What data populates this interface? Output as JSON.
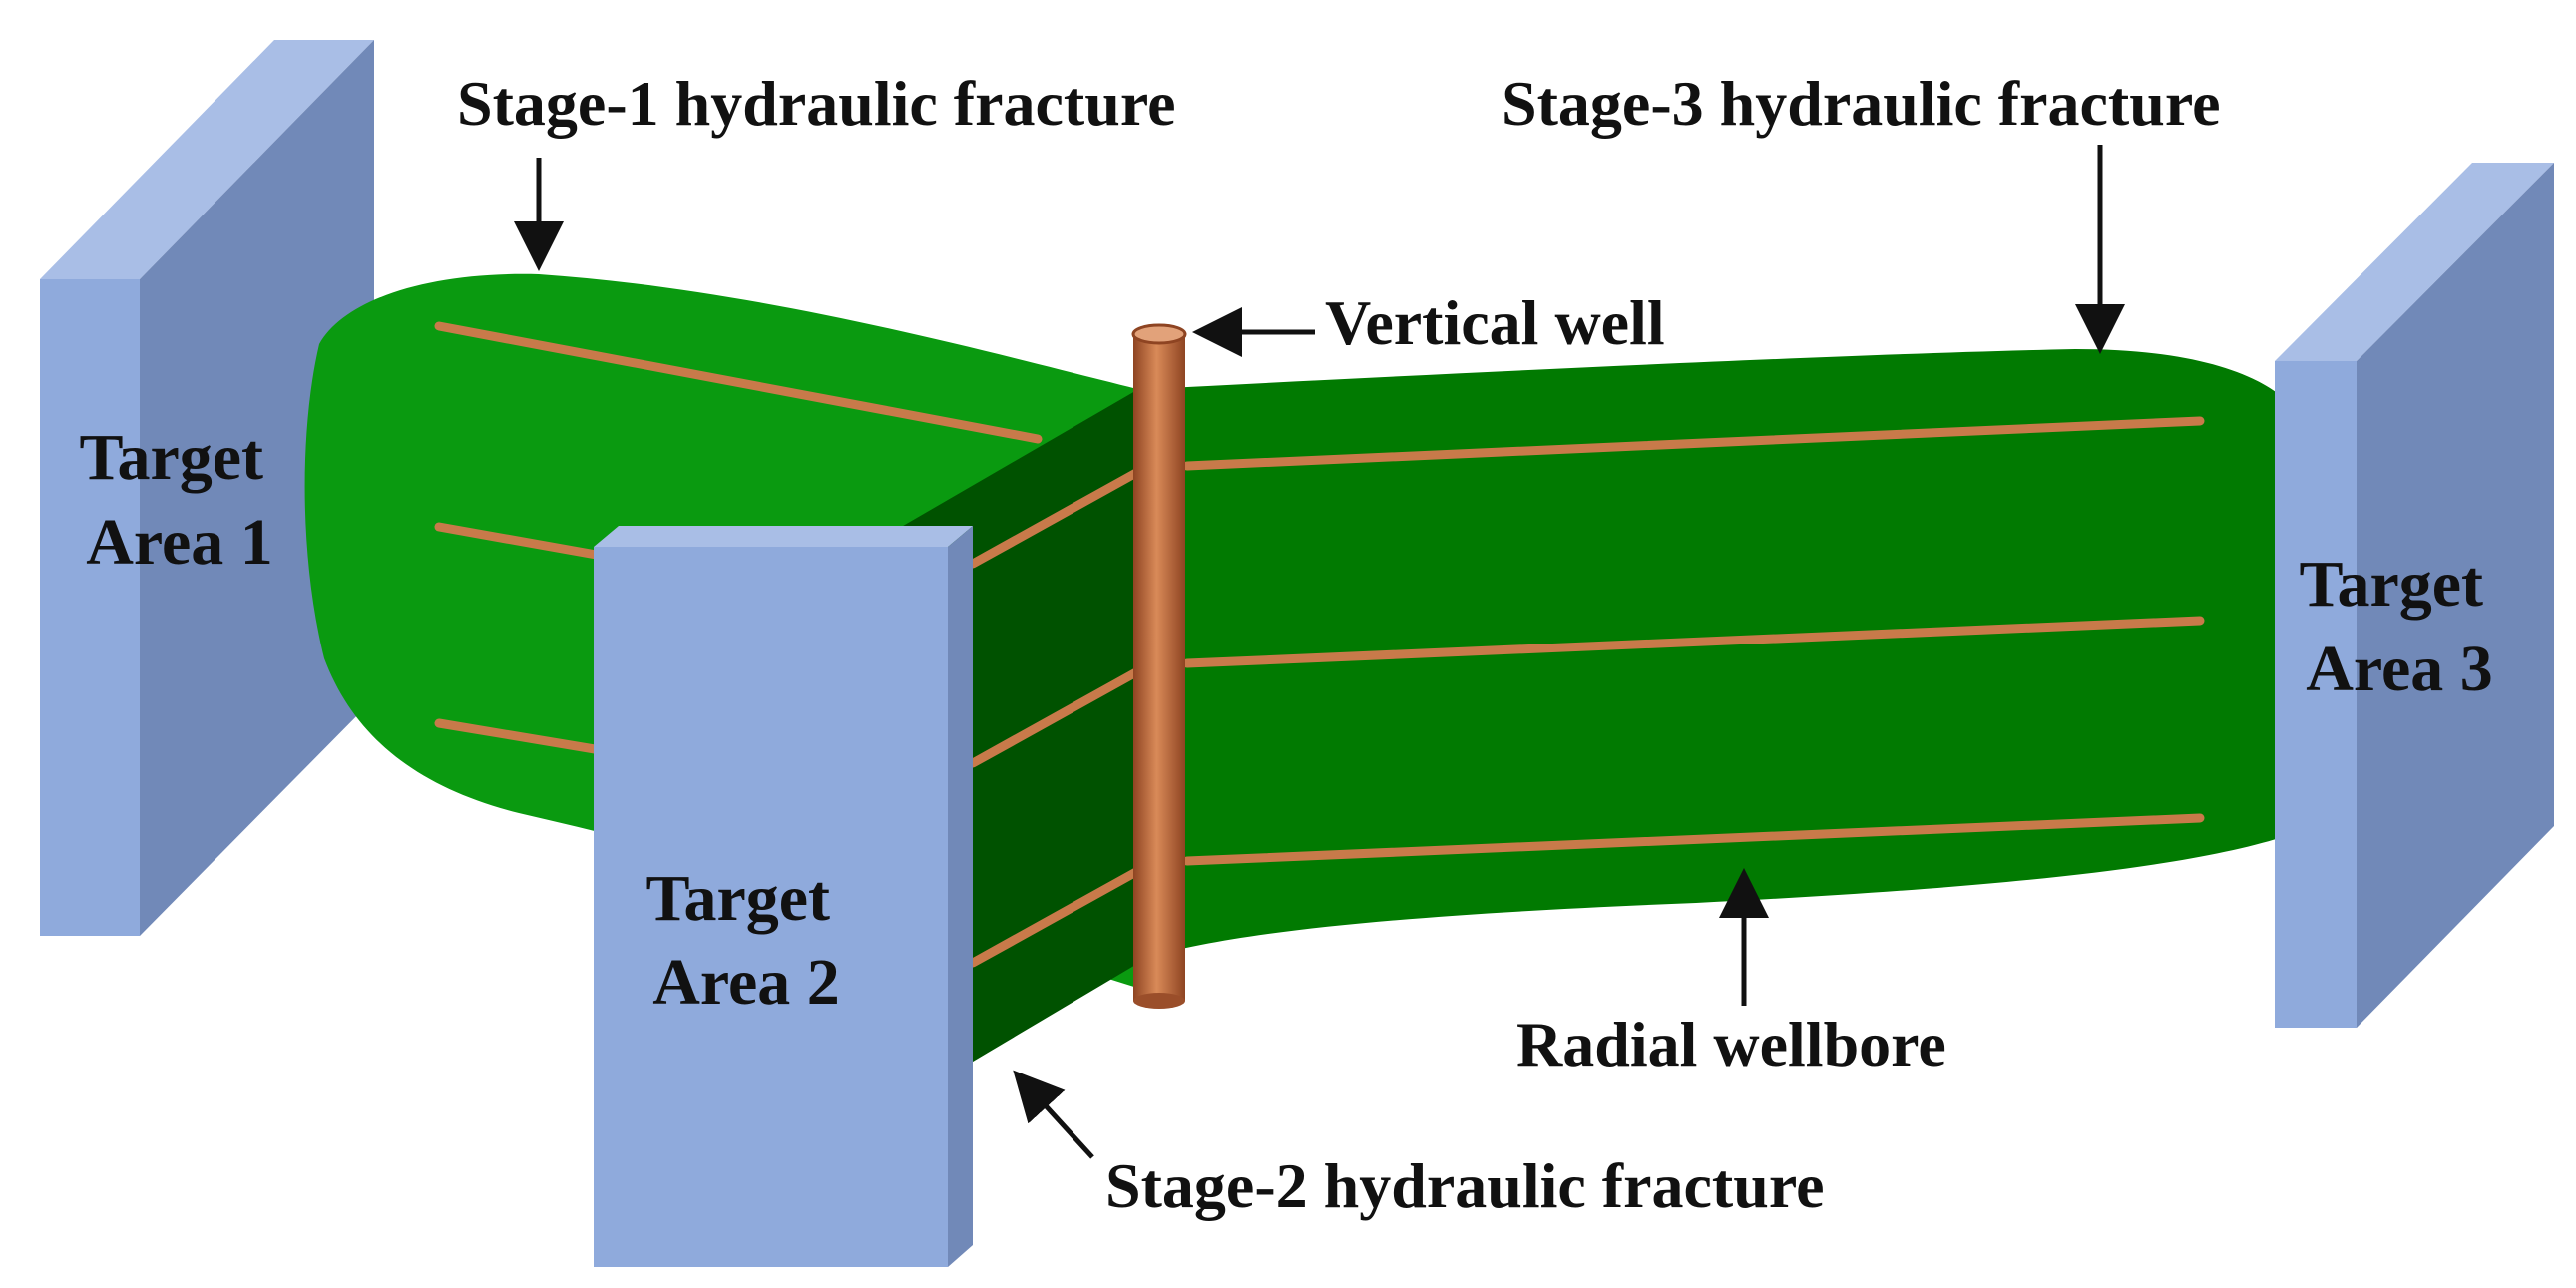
{
  "labels": {
    "stage1": "Stage-1 hydraulic fracture",
    "stage2": "Stage-2 hydraulic fracture",
    "stage3": "Stage-3 hydraulic fracture",
    "vertical_well": "Vertical well",
    "radial_wellbore": "Radial wellbore"
  },
  "target_areas": [
    {
      "line1": "Target",
      "line2": "Area 1"
    },
    {
      "line1": "Target",
      "line2": "Area 2"
    },
    {
      "line1": "Target",
      "line2": "Area 3"
    }
  ],
  "colors": {
    "block_front": "#8FAADC",
    "block_side": "#7189B8",
    "block_top": "#A9BEE6",
    "fracture_light": "#0A9A10",
    "fracture_mid": "#017A01",
    "fracture_dark": "#005200",
    "wellbore": "#C87A4A",
    "well_pipe": "#B8643A",
    "text": "#111111"
  }
}
